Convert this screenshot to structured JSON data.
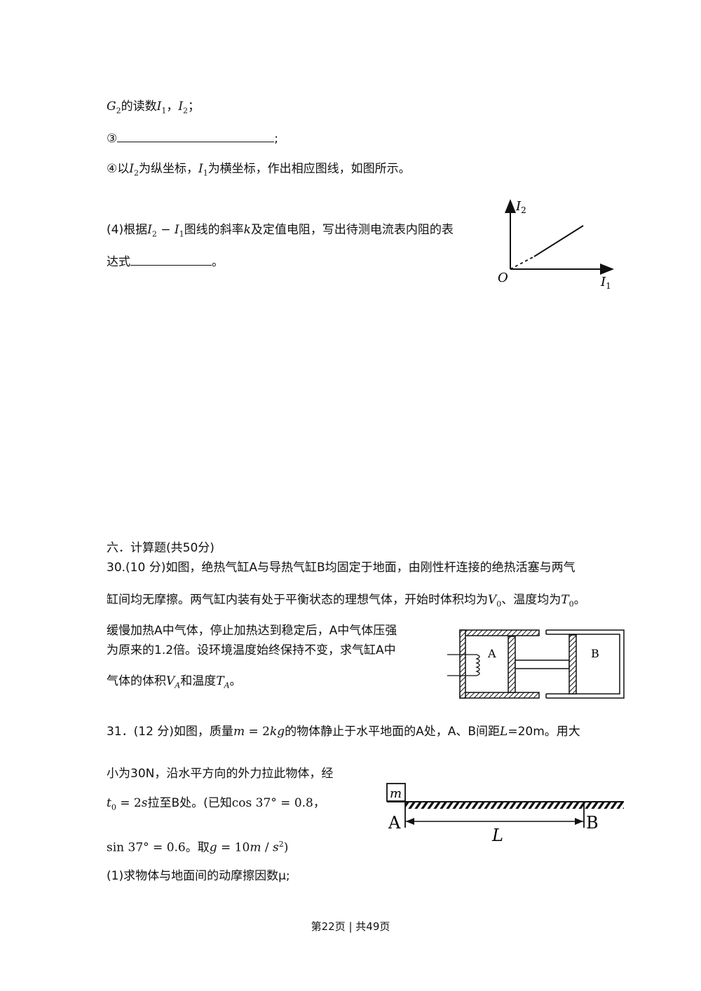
{
  "part_prev": {
    "line1_a": "G",
    "line1_a_sub": "2",
    "line1_b": "的读数",
    "line1_c": "I",
    "line1_c_sub": "1",
    "line1_d": "，",
    "line1_e": "I",
    "line1_e_sub": "2",
    "line1_f": "；",
    "step3_marker": "③",
    "step3_end": ";",
    "step4_a": "④以",
    "step4_b": "I",
    "step4_b_sub": "2",
    "step4_c": "为纵坐标，",
    "step4_d": "I",
    "step4_d_sub": "1",
    "step4_e": "为横坐标，作出相应图线，如图所示。",
    "q4_a": "(4)根据",
    "q4_b": "I",
    "q4_b_sub": "2",
    "q4_c": " − ",
    "q4_d": "I",
    "q4_d_sub": "1",
    "q4_e": "图线的斜率",
    "q4_f": "k",
    "q4_g": "及定值电阻，写出待测电流表内阻的表",
    "q4_h": "达式",
    "q4_i": "。"
  },
  "graph": {
    "y_label": "I",
    "y_label_sub": "2",
    "x_label": "I",
    "x_label_sub": "1",
    "origin_label": "O"
  },
  "section6": {
    "heading": "六．计算题(共50分)"
  },
  "q30": {
    "line1": "30.(10 分)如图，绝热气缸A与导热气缸B均固定于地面，由刚性杆连接的绝热活塞与两气",
    "line2_a": "缸间均无摩擦。两气缸内装有处于平衡状态的理想气体，开始时体积均为",
    "line2_b": "V",
    "line2_b_sub": "0",
    "line2_c": "、温度均为",
    "line2_d": "T",
    "line2_d_sub": "0",
    "line2_e": "。",
    "line3": "缓慢加热A中气体，停止加热达到稳定后，A中气体压强",
    "line4": "为原来的1.2倍。设环境温度始终保持不变，求气缸A中",
    "line5_a": "气体的体积",
    "line5_b": "V",
    "line5_b_sub": "A",
    "line5_c": "和温度",
    "line5_d": "T",
    "line5_d_sub": "A",
    "line5_e": "。",
    "fig_label_a": "A",
    "fig_label_b": "B"
  },
  "q31": {
    "line1_a": "31．(12 分)如图，质量",
    "line1_b": "m",
    "line1_c": " = 2",
    "line1_d": "kg",
    "line1_e": "的物体静止于水平地面的A处，A、B间距",
    "line1_f": "L",
    "line1_g": "=20m。用大",
    "line2": "小为30N，沿水平方向的外力拉此物体，经",
    "line3_a": "t",
    "line3_a_sub": "0",
    "line3_b": " = 2",
    "line3_c": "s",
    "line3_d": "拉至B处。(已知",
    "line3_e": "cos 37° = 0.8",
    "line3_f": "，",
    "line4_a": "sin 37° = 0.6",
    "line4_b": "。取",
    "line4_c": "g",
    "line4_d": " = 10",
    "line4_e": "m",
    "line4_f": " / ",
    "line4_g": "s",
    "line4_h": "2",
    "line4_i": ")",
    "line5": "(1)求物体与地面间的动摩擦因数μ;",
    "fig_mass": "m",
    "fig_a": "A",
    "fig_b": "B",
    "fig_l": "L"
  },
  "footer": {
    "text": "第22页 | 共49页"
  }
}
